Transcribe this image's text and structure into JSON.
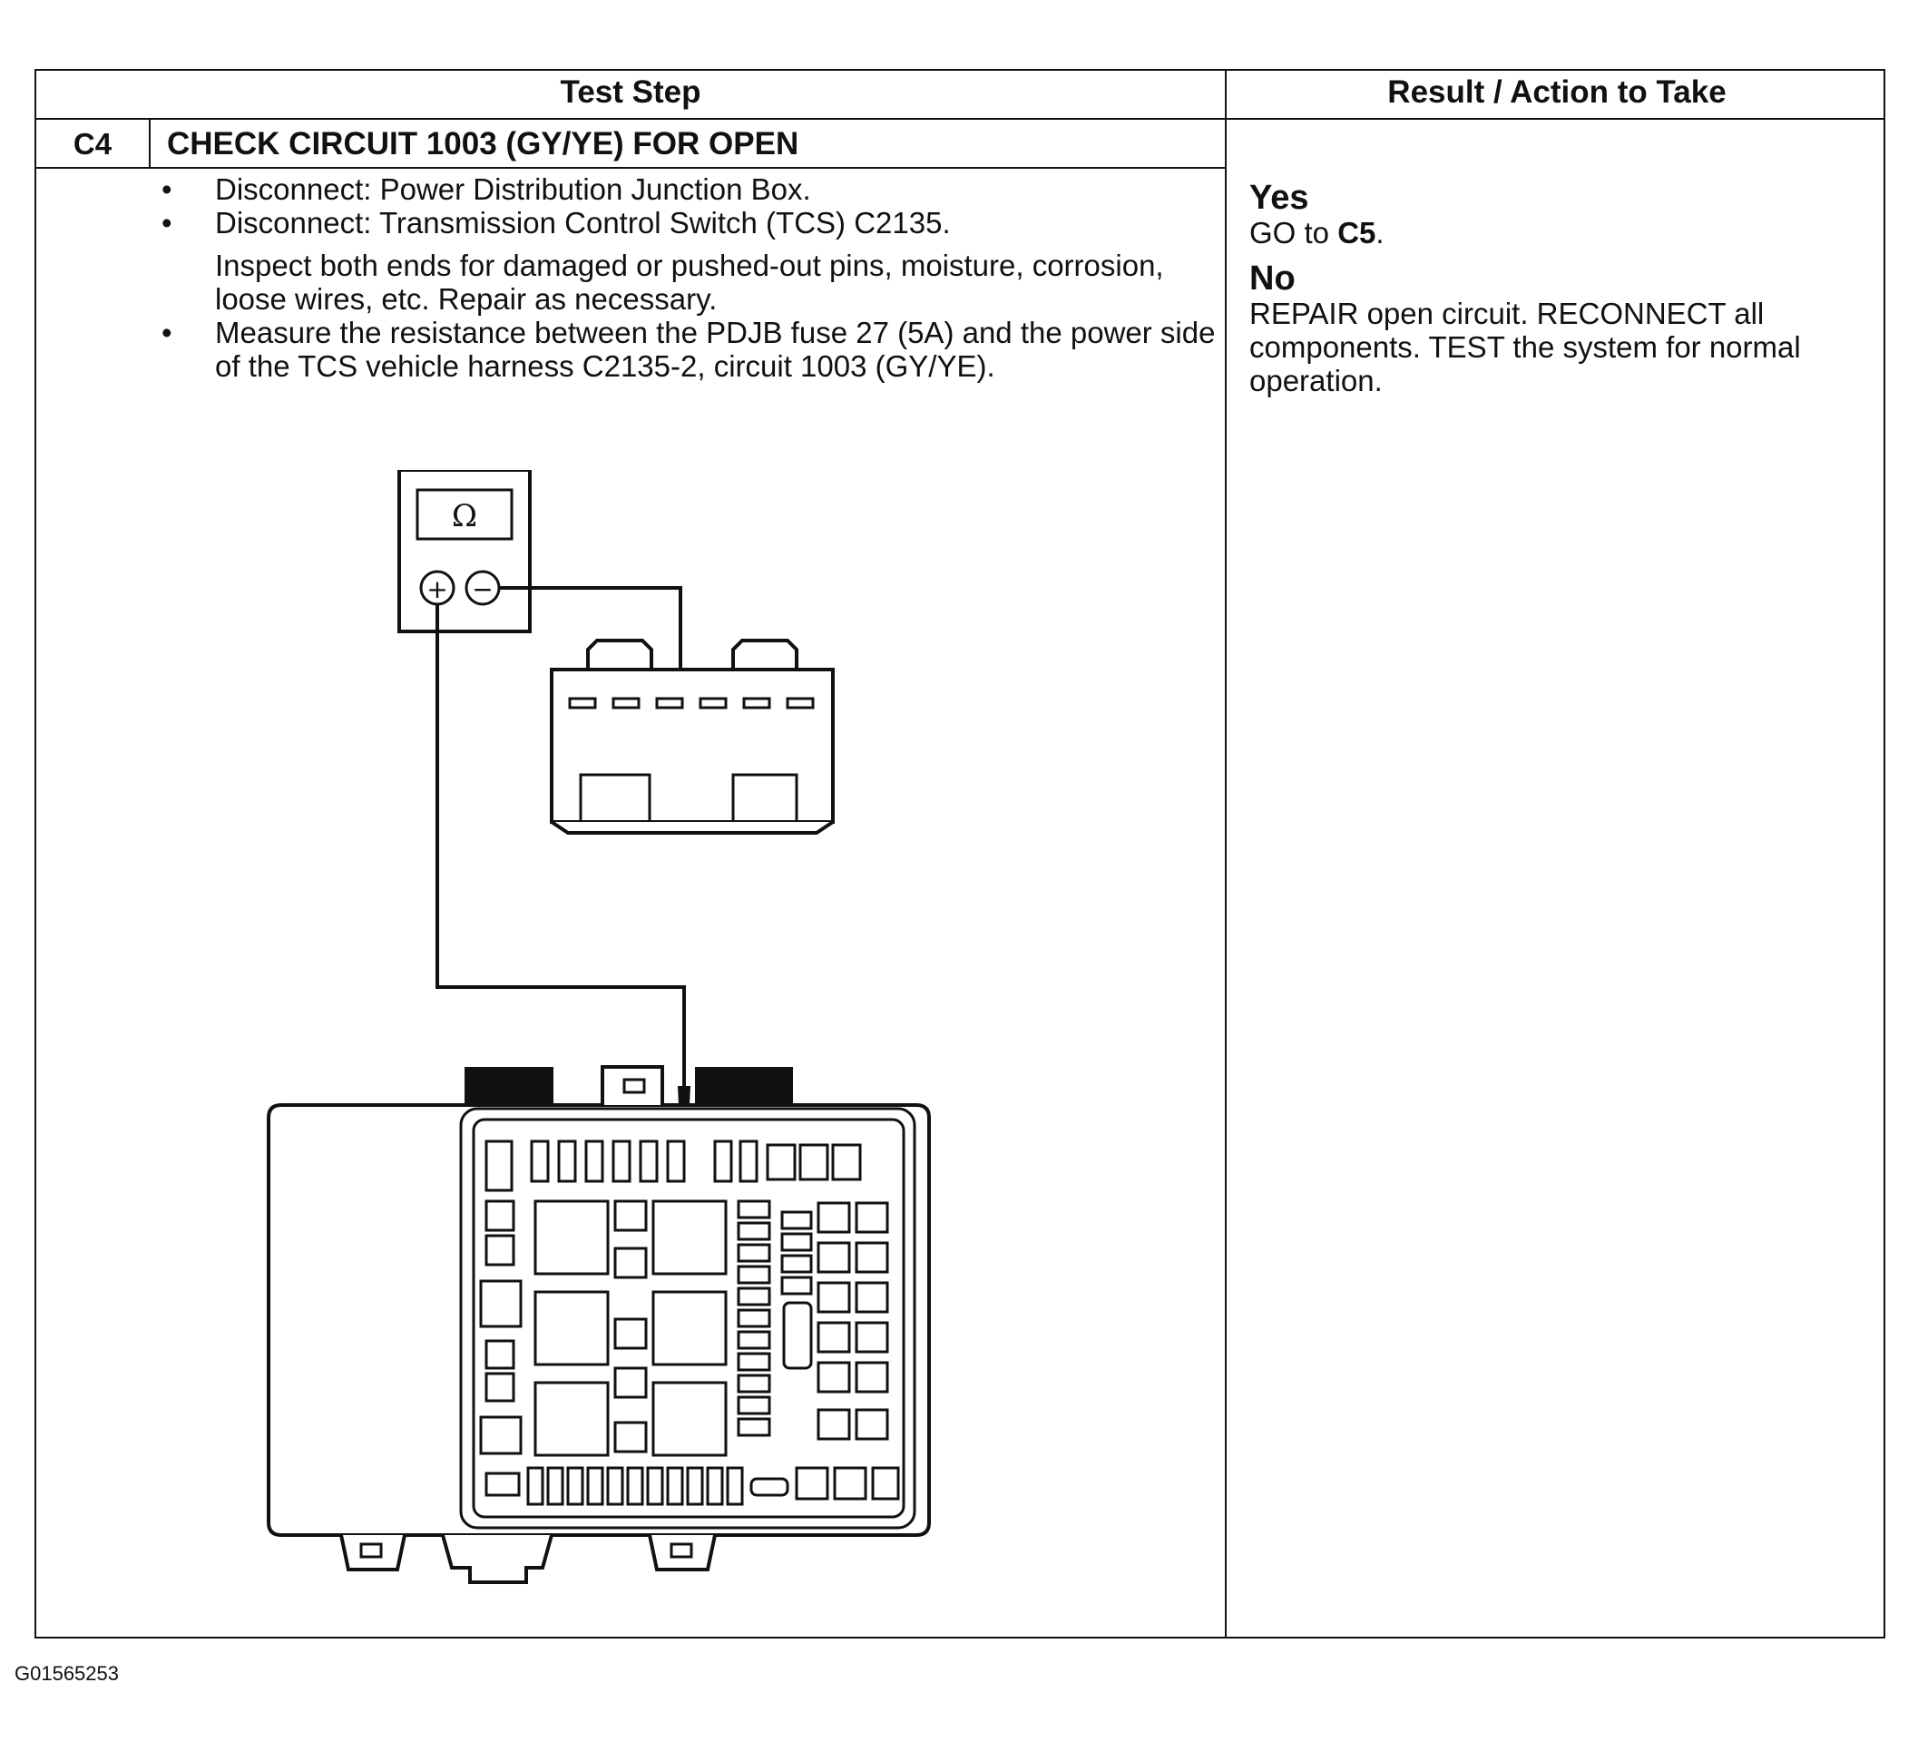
{
  "table": {
    "col_test_step": "Test Step",
    "col_result": "Result / Action to Take",
    "step_id": "C4",
    "step_title": "CHECK CIRCUIT 1003 (GY/YE) FOR OPEN",
    "bullets": [
      "Disconnect: Power Distribution Junction Box.",
      "Disconnect: Transmission Control Switch (TCS) C2135."
    ],
    "inspect_note": "Inspect both ends for damaged or pushed-out pins, moisture, corrosion, loose wires, etc. Repair as necessary.",
    "measure_bullet": "Measure the resistance between the PDJB fuse 27 (5A) and the power side of the TCS vehicle harness C2135-2, circuit 1003 (GY/YE)."
  },
  "results": {
    "yes_heading": "Yes",
    "yes_prefix": "GO to ",
    "yes_target": "C5",
    "yes_suffix": ".",
    "no_heading": "No",
    "no_text": "REPAIR open circuit. RECONNECT all components. TEST the system for normal operation."
  },
  "meter": {
    "display_symbol": "Ω",
    "plus_symbol": "+",
    "minus_symbol": "−"
  },
  "figure_id": "G01565253",
  "icons": [
    "ohmmeter-icon",
    "connector-c2135-icon",
    "junction-box-icon"
  ]
}
